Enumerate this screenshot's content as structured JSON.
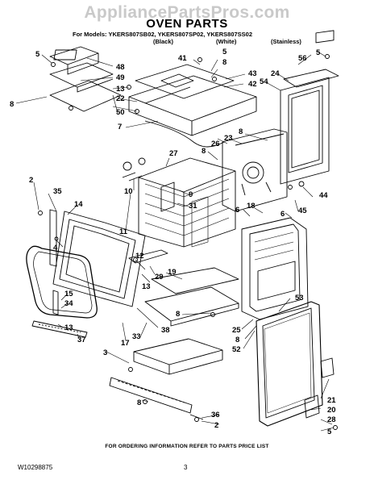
{
  "watermark": "AppliancePartsPros.com",
  "title": "OVEN PARTS",
  "models_line": "For Models: YKERS807SB02, YKERS807SP02, YKERS807SS02",
  "color_variants": [
    "(Black)",
    "(White)",
    "(Stainless)"
  ],
  "footer": "FOR ORDERING INFORMATION REFER TO PARTS PRICE LIST",
  "doc_number": "W10298875",
  "page_number": "3",
  "callouts": [
    "5",
    "48",
    "49",
    "13",
    "22",
    "8",
    "50",
    "7",
    "41",
    "5",
    "8",
    "43",
    "42",
    "56",
    "5",
    "24",
    "54",
    "8",
    "26",
    "23",
    "8",
    "27",
    "9",
    "31",
    "10",
    "11",
    "2",
    "35",
    "14",
    "4",
    "44",
    "45",
    "6",
    "18",
    "6",
    "12",
    "29",
    "13",
    "19",
    "15",
    "34",
    "13",
    "37",
    "8",
    "17",
    "33",
    "38",
    "3",
    "8",
    "53",
    "25",
    "8",
    "52",
    "36",
    "2",
    "21",
    "20",
    "28",
    "5"
  ],
  "colors": {
    "line": "#000000",
    "watermark": "#c9c9c9",
    "background": "#ffffff"
  }
}
